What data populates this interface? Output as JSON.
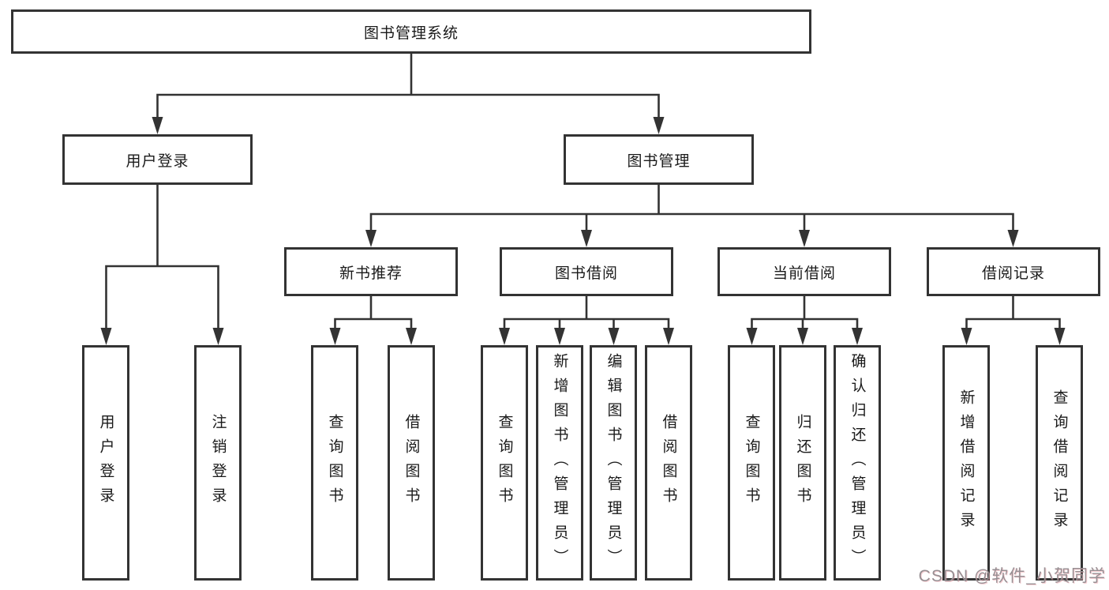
{
  "diagram": {
    "root": {
      "label": "图书管理系统"
    },
    "branches": [
      {
        "label": "用户登录",
        "children": [
          {
            "label": "用户登录"
          },
          {
            "label": "注销登录"
          }
        ]
      },
      {
        "label": "图书管理",
        "children": [
          {
            "label": "新书推荐",
            "children": [
              {
                "label": "查询图书"
              },
              {
                "label": "借阅图书"
              }
            ]
          },
          {
            "label": "图书借阅",
            "children": [
              {
                "label": "查询图书"
              },
              {
                "label": "新增图书（管理员）"
              },
              {
                "label": "编辑图书（管理员）"
              },
              {
                "label": "借阅图书"
              }
            ]
          },
          {
            "label": "当前借阅",
            "children": [
              {
                "label": "查询图书"
              },
              {
                "label": "归还图书"
              },
              {
                "label": "确认归还（管理员）"
              }
            ]
          },
          {
            "label": "借阅记录",
            "children": [
              {
                "label": "新增借阅记录"
              },
              {
                "label": "查询借阅记录"
              }
            ]
          }
        ]
      }
    ]
  },
  "colors": {
    "line": "#333333",
    "node_border": "#333333",
    "node_fill": "#ffffff",
    "background": "#ffffff",
    "watermark_text": "#978f93"
  },
  "watermark": {
    "text": "CSDN @软件_小贺同学"
  }
}
